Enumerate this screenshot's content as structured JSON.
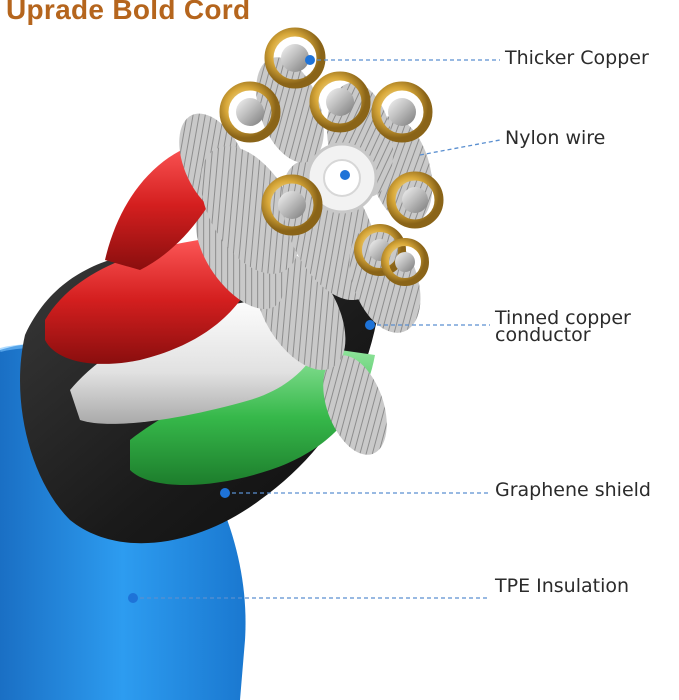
{
  "title": "Uprade Bold Cord",
  "colors": {
    "title": "#b5651d",
    "leader_line": "#5a8fd0",
    "dot": "#1e73d8",
    "jacket": "#1f8fe0"
  },
  "callouts": [
    {
      "label": "Thicker Copper",
      "icon": "dot-marker"
    },
    {
      "label": "Nylon wire",
      "icon": "dot-marker"
    },
    {
      "label_line1": "Tinned copper",
      "label_line2": "conductor",
      "icon": "dot-marker"
    },
    {
      "label": "Graphene shield",
      "icon": "dot-marker"
    },
    {
      "label": "TPE Insulation",
      "icon": "dot-marker"
    }
  ]
}
